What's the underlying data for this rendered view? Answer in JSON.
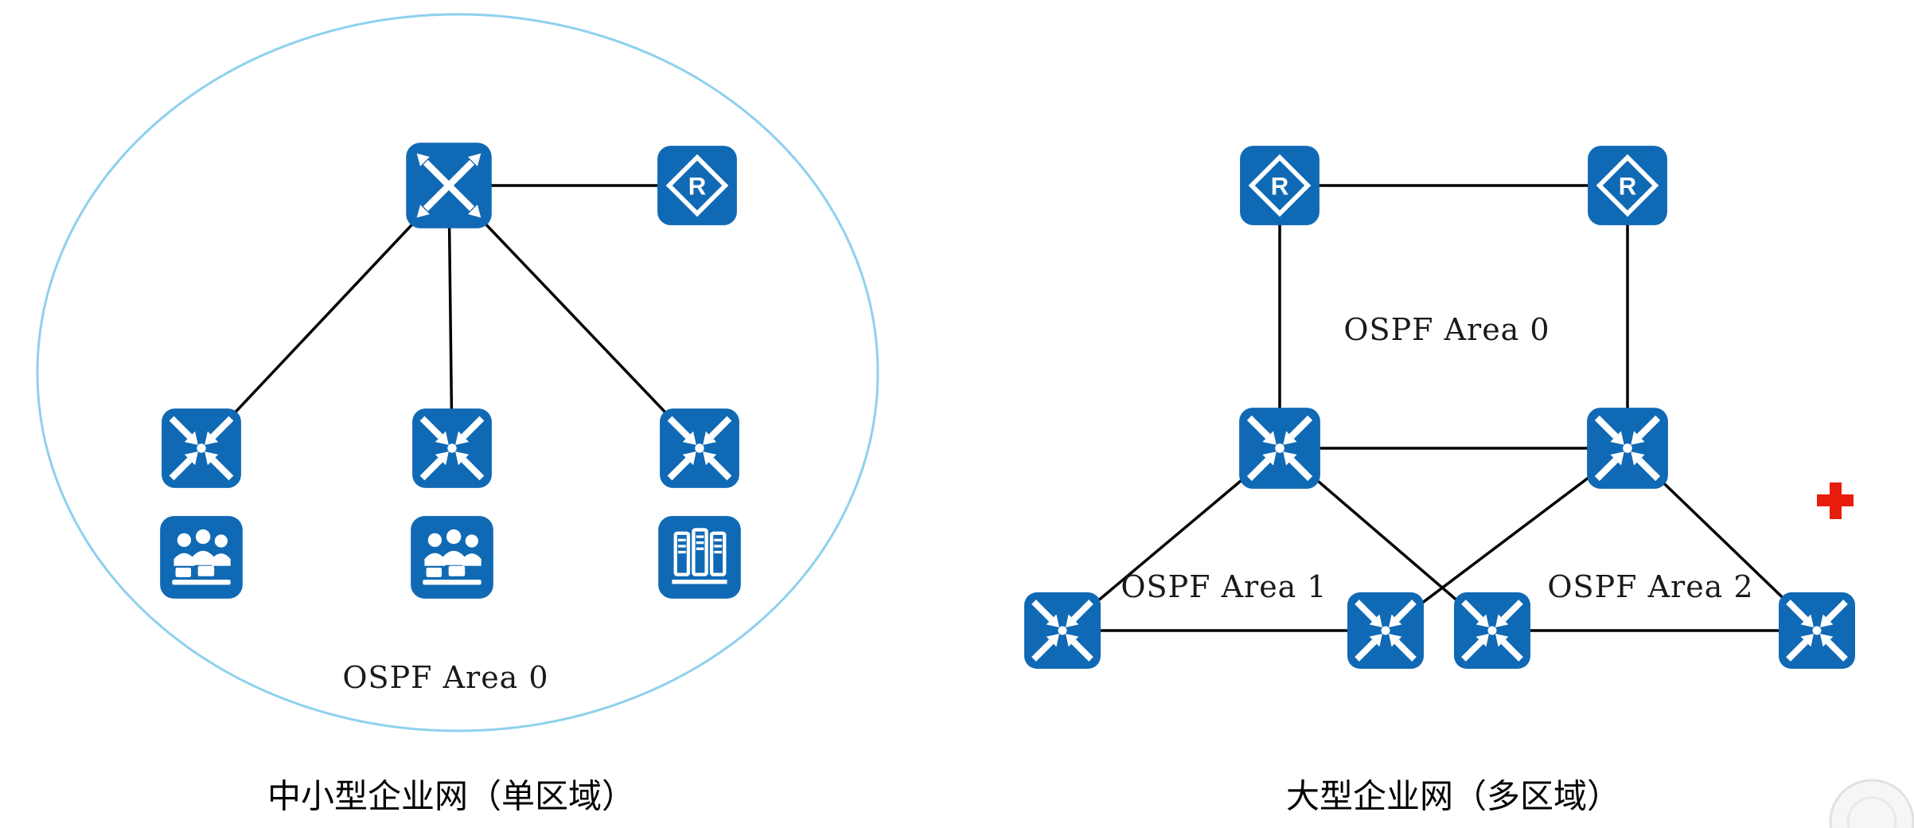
{
  "left_diagram": {
    "caption": "中小型企业网（单区域）",
    "area_label": "OSPF Area 0",
    "nodes": [
      {
        "id": "core-l3-switch",
        "type": "l3-switch"
      },
      {
        "id": "egress-router",
        "type": "router"
      },
      {
        "id": "access-switch-1",
        "type": "switch"
      },
      {
        "id": "access-switch-2",
        "type": "switch"
      },
      {
        "id": "access-switch-3",
        "type": "switch"
      },
      {
        "id": "user-group-1",
        "type": "users"
      },
      {
        "id": "user-group-2",
        "type": "users"
      },
      {
        "id": "server-group",
        "type": "server"
      }
    ],
    "edges": [
      [
        "core-l3-switch",
        "egress-router"
      ],
      [
        "core-l3-switch",
        "access-switch-1"
      ],
      [
        "core-l3-switch",
        "access-switch-2"
      ],
      [
        "core-l3-switch",
        "access-switch-3"
      ]
    ]
  },
  "right_diagram": {
    "caption": "大型企业网（多区域）",
    "area0_label": "OSPF Area 0",
    "area1_label": "OSPF Area 1",
    "area2_label": "OSPF Area 2",
    "nodes": [
      {
        "id": "router-1",
        "type": "router"
      },
      {
        "id": "router-2",
        "type": "router"
      },
      {
        "id": "abr-switch-1",
        "type": "switch"
      },
      {
        "id": "abr-switch-2",
        "type": "switch"
      },
      {
        "id": "area1-switch-1",
        "type": "switch"
      },
      {
        "id": "area1-switch-2",
        "type": "switch"
      },
      {
        "id": "area2-switch-1",
        "type": "switch"
      },
      {
        "id": "area2-switch-2",
        "type": "switch"
      }
    ],
    "edges": [
      [
        "router-1",
        "router-2"
      ],
      [
        "router-1",
        "abr-switch-1"
      ],
      [
        "router-2",
        "abr-switch-2"
      ],
      [
        "abr-switch-1",
        "abr-switch-2"
      ],
      [
        "abr-switch-1",
        "area1-switch-1"
      ],
      [
        "abr-switch-1",
        "area2-switch-1"
      ],
      [
        "abr-switch-2",
        "area1-switch-2"
      ],
      [
        "abr-switch-2",
        "area2-switch-2"
      ],
      [
        "area1-switch-1",
        "area1-switch-2"
      ],
      [
        "area2-switch-1",
        "area2-switch-2"
      ]
    ]
  },
  "router_glyph": "R",
  "markers": {
    "red_plus": "red-plus-marker",
    "watermark": "circular-watermark"
  },
  "colors": {
    "icon_blue": "#1069b4",
    "ellipse_stroke": "#8fd0ee",
    "line_black": "#000000",
    "cursor_red": "#e81c0d"
  }
}
